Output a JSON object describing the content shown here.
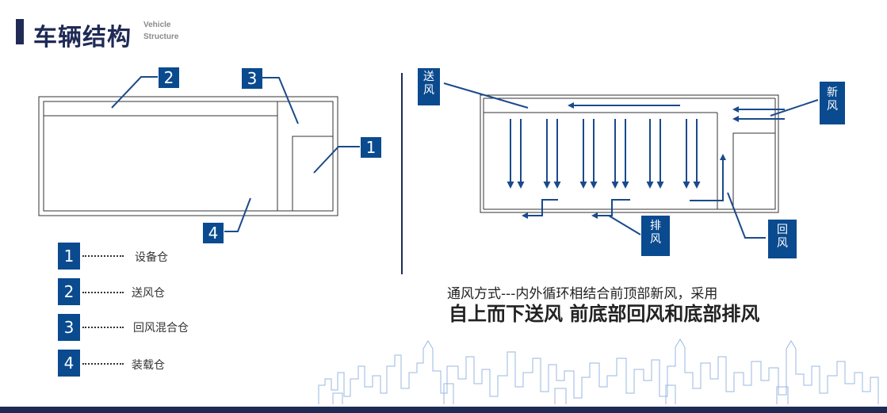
{
  "header": {
    "title": "车辆结构",
    "subtitle_line1": "Vehicle",
    "subtitle_line2": "Structure"
  },
  "left_diagram": {
    "callouts": [
      {
        "num": "2"
      },
      {
        "num": "3"
      },
      {
        "num": "1"
      },
      {
        "num": "4"
      }
    ]
  },
  "legend": [
    {
      "num": "1",
      "label": "设备仓"
    },
    {
      "num": "2",
      "label": "送风仓"
    },
    {
      "num": "3",
      "label": "回风混合仓"
    },
    {
      "num": "4",
      "label": "装载仓"
    }
  ],
  "right_diagram": {
    "labels": {
      "supply": [
        "送",
        "风"
      ],
      "fresh": [
        "新",
        "风"
      ],
      "exhaust": [
        "排",
        "风"
      ],
      "return": [
        "回",
        "风"
      ]
    }
  },
  "caption": {
    "line1": "通风方式---内外循环相结合前顶部新风，采用",
    "line2": "自上而下送风 前底部回风和底部排风"
  },
  "colors": {
    "accent": "#0a4a8f",
    "dark": "#1f2a55",
    "arrow": "#1a4a8a"
  }
}
